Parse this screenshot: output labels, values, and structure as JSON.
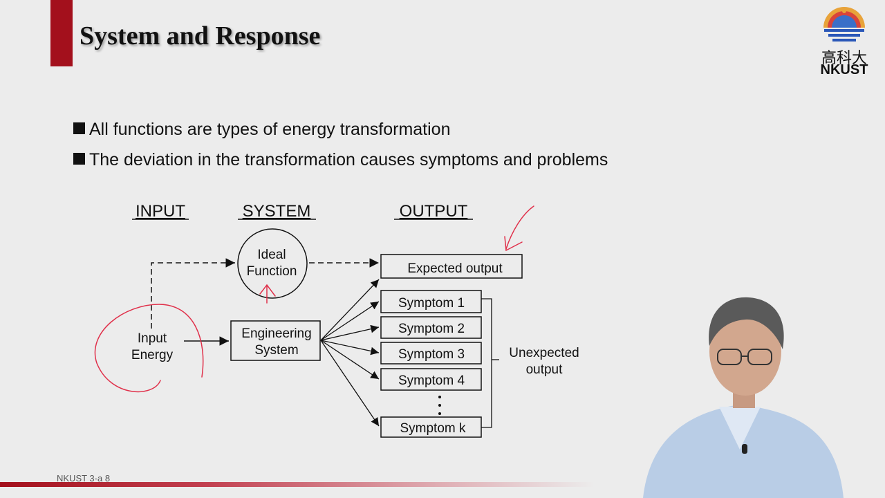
{
  "slide": {
    "title": "System and Response",
    "bullets": [
      "All functions are types of energy transformation",
      "The deviation in the transformation causes symptoms and problems"
    ],
    "footer": "NKUST 3-a 8"
  },
  "logo": {
    "cn": "高科大",
    "en": "NKUST"
  },
  "diagram": {
    "headers": {
      "input": "INPUT",
      "system": "SYSTEM",
      "output": "OUTPUT"
    },
    "ideal_function": [
      "Ideal",
      "Function"
    ],
    "engineering_system": [
      "Engineering",
      "System"
    ],
    "input_energy": [
      "Input",
      "Energy"
    ],
    "expected_output": "Expected output",
    "symptoms": [
      "Symptom 1",
      "Symptom 2",
      "Symptom 3",
      "Symptom 4",
      "Symptom k"
    ],
    "unexpected_output": [
      "Unexpected",
      "output"
    ]
  },
  "colors": {
    "accent": "#a3101c",
    "annotation": "#e0304a"
  }
}
